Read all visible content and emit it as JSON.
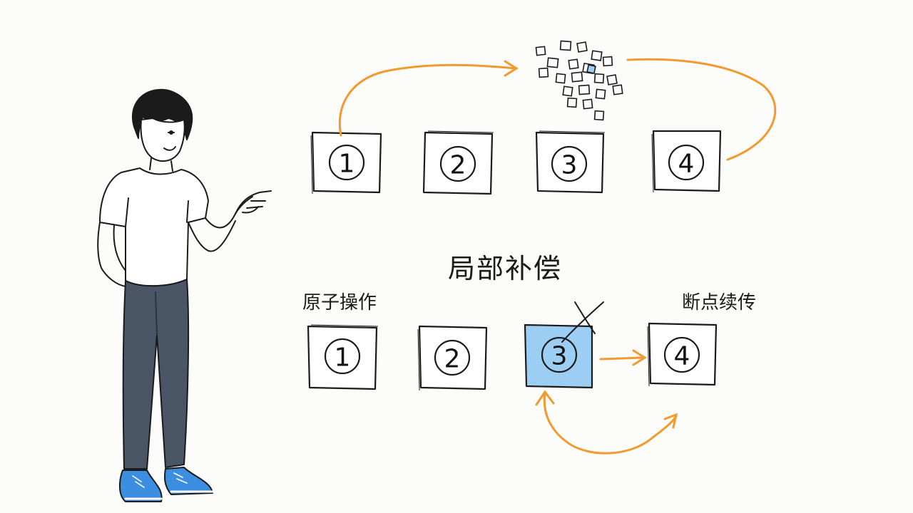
{
  "labels": {
    "title": "局部补偿",
    "left": "原子操作",
    "right": "断点续传"
  },
  "top_row": {
    "steps": [
      "1",
      "2",
      "3",
      "4"
    ]
  },
  "bottom_row": {
    "steps": [
      "1",
      "2",
      "3",
      "4"
    ],
    "highlighted_step": "3",
    "failed_step": "3"
  },
  "colors": {
    "arrow": "#f29a2e",
    "highlight": "#9ccdf3",
    "ink": "#1b1b1b",
    "shoe": "#3b8ee0",
    "pants": "#4a5566"
  }
}
